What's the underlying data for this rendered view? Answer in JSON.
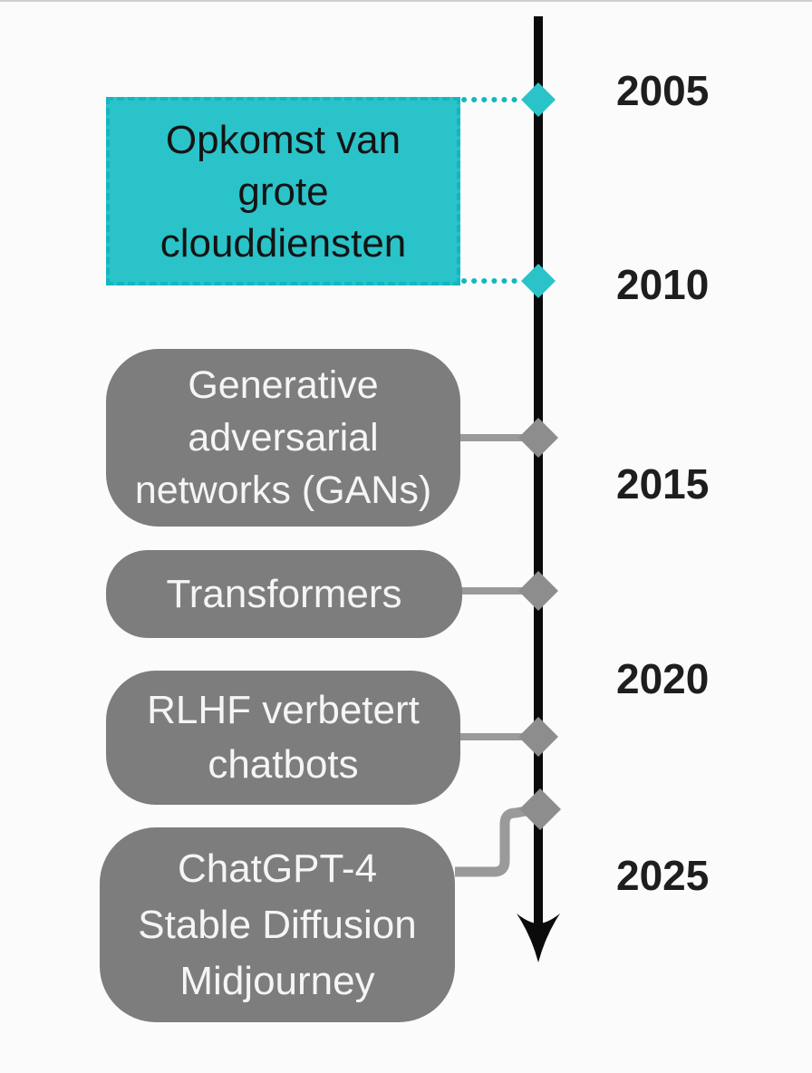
{
  "diagram": {
    "type": "vertical-timeline",
    "direction": "down",
    "axis": {
      "color": "#0b0b0b",
      "arrowhead": "down-arrow"
    },
    "year_labels": [
      "2005",
      "2010",
      "2015",
      "2020",
      "2025"
    ],
    "events": [
      {
        "lines": [
          "Opkomst van",
          "grote",
          "clouddiensten"
        ],
        "box_style": "teal-dashed",
        "box_fill": "#2ac3c9",
        "box_border": "#12b7bf",
        "text_color": "#141414",
        "markers": [
          {
            "shape": "diamond",
            "color": "#2ac3c9",
            "connector": "dotted",
            "at_year": "2005"
          },
          {
            "shape": "diamond",
            "color": "#2ac3c9",
            "connector": "dotted",
            "at_year": "2010"
          }
        ]
      },
      {
        "lines": [
          "Generative",
          "adversarial",
          "networks (GANs)"
        ],
        "box_style": "gray-rounded",
        "box_fill": "#7d7d7d",
        "text_color": "#f5f5f5",
        "markers": [
          {
            "shape": "diamond",
            "color": "#8d8d8d",
            "connector": "solid"
          }
        ]
      },
      {
        "lines": [
          "Transformers"
        ],
        "box_style": "gray-rounded",
        "box_fill": "#7d7d7d",
        "text_color": "#f5f5f5",
        "markers": [
          {
            "shape": "diamond",
            "color": "#8d8d8d",
            "connector": "solid"
          }
        ]
      },
      {
        "lines": [
          "RLHF verbetert",
          "chatbots"
        ],
        "box_style": "gray-rounded",
        "box_fill": "#7d7d7d",
        "text_color": "#f5f5f5",
        "markers": [
          {
            "shape": "diamond",
            "color": "#8d8d8d",
            "connector": "solid"
          }
        ]
      },
      {
        "lines": [
          "ChatGPT-4",
          "Stable Diffusion",
          "Midjourney"
        ],
        "box_style": "gray-rounded",
        "box_fill": "#7d7d7d",
        "text_color": "#f5f5f5",
        "markers": [
          {
            "shape": "diamond",
            "color": "#8d8d8d",
            "connector": "elbow"
          }
        ]
      }
    ],
    "colors": {
      "background": "#fbfbfb",
      "axis": "#0b0b0b",
      "year_text": "#1e1e1e",
      "teal": "#2ac3c9",
      "teal_border": "#12b7bf",
      "gray_box": "#7d7d7d",
      "gray_marker": "#8d8d8d",
      "gray_connector": "#9a9a9a",
      "box_text_light": "#f5f5f5",
      "box_text_dark": "#141414"
    }
  }
}
